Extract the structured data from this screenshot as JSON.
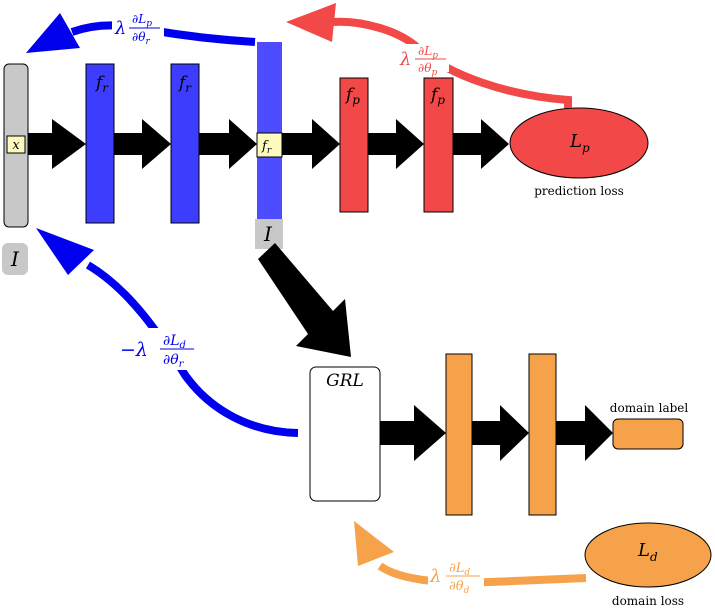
{
  "colors": {
    "blue": "#3d3dff",
    "blue_arrow": "#0000ee",
    "red": "#f24848",
    "red_arrow": "#f24848",
    "orange": "#f6a24a",
    "gray": "#c8c8c8",
    "input_label_bg": "#fdfac0",
    "black": "#000000"
  },
  "labels": {
    "input_x": "x",
    "input_I": "I",
    "feature_I": "I",
    "fr": "f",
    "fr_sub": "r",
    "fp": "f",
    "fp_sub": "p",
    "feature_fr": "f",
    "feature_fr_sub": "r",
    "lp": "L",
    "lp_sub": "p",
    "prediction_loss": "prediction loss",
    "grl": "GRL",
    "domain_label": "domain label",
    "ld": "L",
    "ld_sub": "d",
    "domain_loss": "domain loss",
    "grad_p_r_lambda": "λ",
    "grad_p_r_num": "∂L",
    "grad_p_r_num_sub": "p",
    "grad_p_r_den": "∂θ",
    "grad_p_r_den_sub": "r",
    "grad_p_p_lambda": "λ",
    "grad_p_p_num": "∂L",
    "grad_p_p_num_sub": "p",
    "grad_p_p_den": "∂θ",
    "grad_p_p_den_sub": "p",
    "grad_d_r_lambda": "−λ",
    "grad_d_r_num": "∂L",
    "grad_d_r_num_sub": "d",
    "grad_d_r_den": "∂θ",
    "grad_d_r_den_sub": "r",
    "grad_d_d_lambda": "λ",
    "grad_d_d_num": "∂L",
    "grad_d_d_num_sub": "d",
    "grad_d_d_den": "∂θ",
    "grad_d_d_den_sub": "d"
  }
}
